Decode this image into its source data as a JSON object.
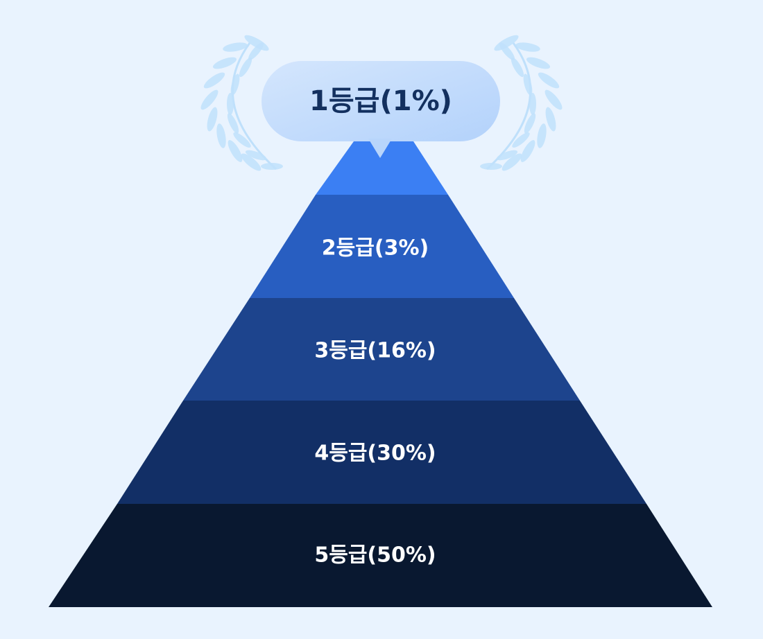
{
  "pyramid": {
    "top": {
      "label": "1등급(1%)",
      "fill": "#3b7ff3",
      "bubble_fill_start": "#d4e6fd",
      "bubble_fill_end": "#b3d2fb",
      "text_color": "#13305f"
    },
    "tiers": [
      {
        "label": "2등급(3%)",
        "fill": "#285ec1"
      },
      {
        "label": "3등급(16%)",
        "fill": "#1d448d"
      },
      {
        "label": "4등급(30%)",
        "fill": "#122f66"
      },
      {
        "label": "5등급(50%)",
        "fill": "#091830"
      }
    ],
    "laurel_color": "#bfe0fb"
  }
}
